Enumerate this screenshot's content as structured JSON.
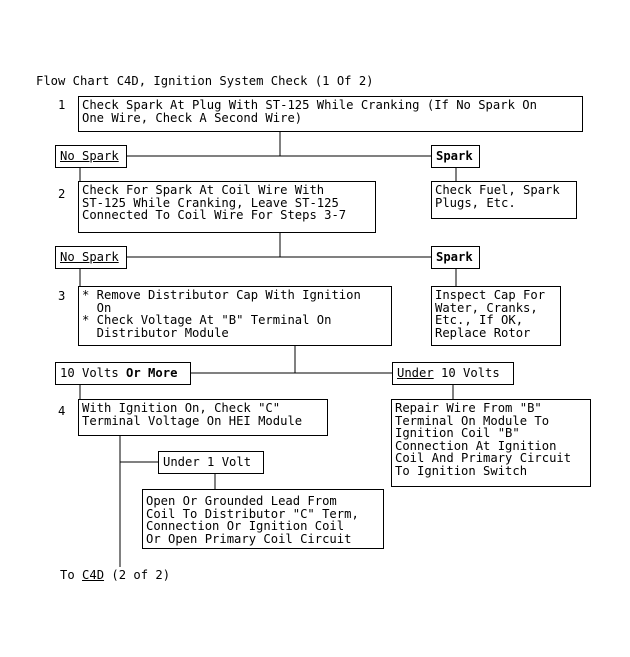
{
  "title": "Flow Chart C4D, Ignition System Check (1 Of 2)",
  "steps": {
    "s1": {
      "num": "1",
      "text": "Check Spark At Plug With ST-125 While Cranking (If No Spark On\nOne Wire, Check A Second Wire)"
    },
    "s2": {
      "num": "2",
      "text": "Check For Spark At Coil Wire With\nST-125 While Cranking, Leave ST-125\nConnected To Coil Wire For Steps 3-7"
    },
    "s3": {
      "num": "3",
      "text": "* Remove Distributor Cap With Ignition\n  On\n* Check Voltage At \"B\" Terminal On\n  Distributor Module"
    },
    "s4": {
      "num": "4",
      "text": "With Ignition On, Check \"C\"\nTerminal Voltage On HEI Module"
    }
  },
  "labels": {
    "no_spark": "No Spark",
    "spark": "Spark",
    "ten_volts": "10 Volts",
    "or_more": "Or More",
    "under": "Under",
    "ten_volts_under": " 10 Volts",
    "under_1_volt": "Under 1 Volt"
  },
  "results": {
    "r1": "Check Fuel, Spark\nPlugs, Etc.",
    "r2": "Inspect Cap For\nWater, Cranks,\nEtc., If OK,\nReplace Rotor",
    "r3": "Repair Wire From \"B\"\nTerminal On Module To\nIgnition Coil \"B\"\nConnection At Ignition\nCoil And Primary Circuit\nTo Ignition Switch",
    "r4": "Open Or Grounded Lead From\nCoil To Distributor \"C\" Term,\nConnection Or Ignition Coil\nOr Open Primary Coil Circuit"
  },
  "footer": {
    "to": "To ",
    "c4d": "C4D",
    "rest": " (2 of 2)"
  }
}
